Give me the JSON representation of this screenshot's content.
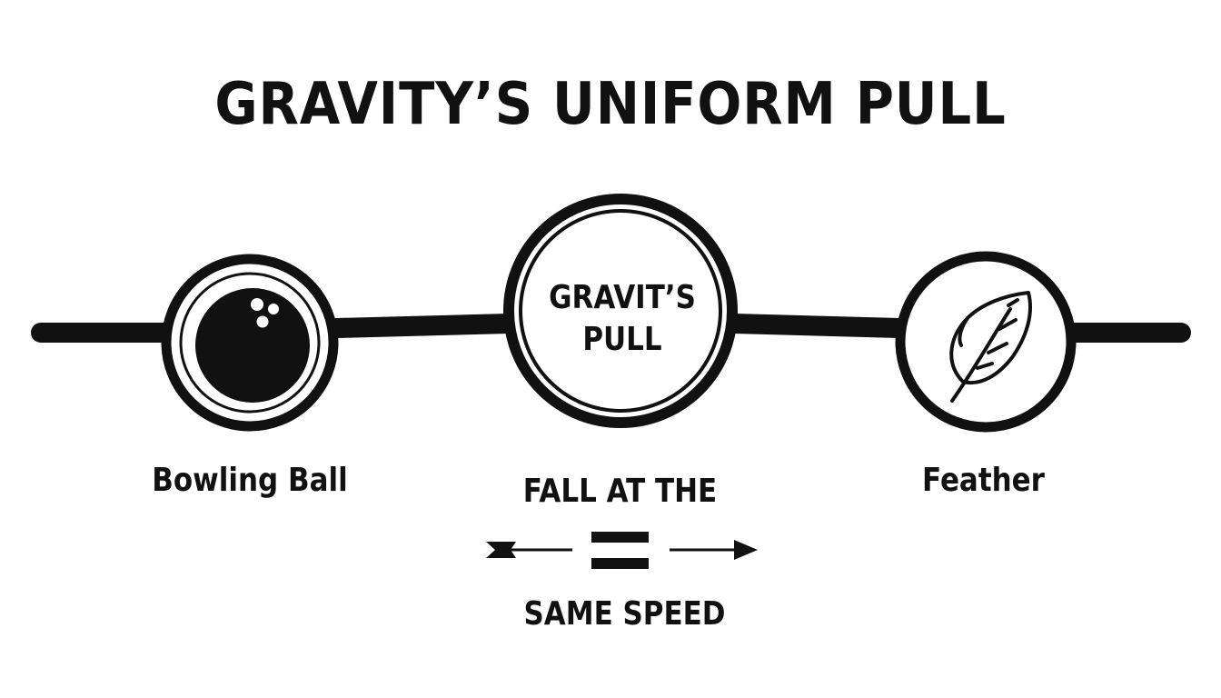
{
  "title": "GRAVITY’S UNIFORM PULL",
  "center": {
    "line1": "GRAVIT’S",
    "line2": "PULL"
  },
  "left_object": {
    "label": "Bowling Ball",
    "icon": "bowling-ball-icon"
  },
  "right_object": {
    "label": "Feather",
    "icon": "feather-icon"
  },
  "conclusion": {
    "line1": "FALL AT THE",
    "line2": "SAME SPEED",
    "symbol": "equals-sign-icon"
  },
  "colors": {
    "ink": "#111111",
    "background": "#ffffff"
  }
}
